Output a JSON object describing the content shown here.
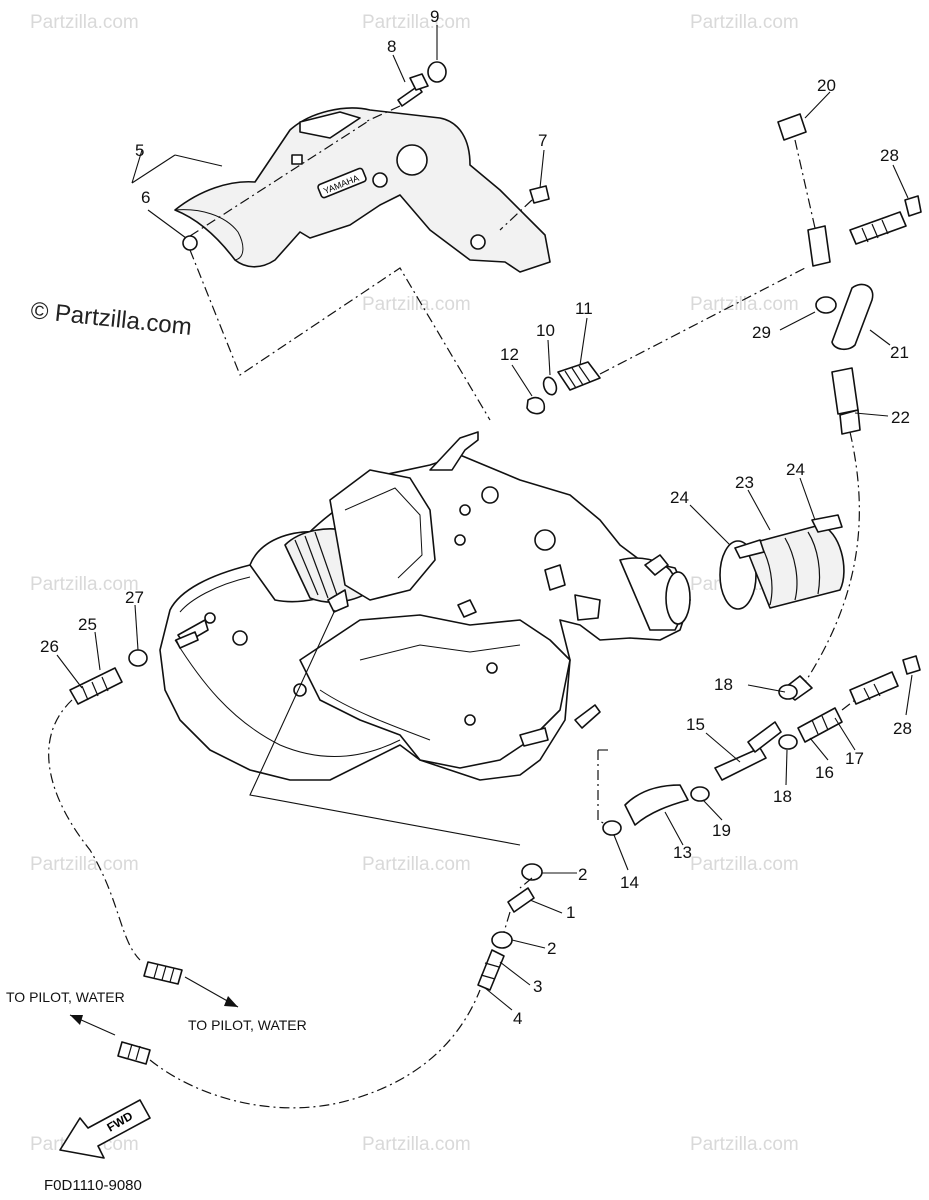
{
  "watermark": "© Partzilla.com",
  "watermark_small": "Partzilla.com",
  "brand_label": "YAMAHA",
  "direction_label": "FWD",
  "figure_code": "F0D1110-9080",
  "notes": {
    "to_pilot_water_left": "TO PILOT, WATER",
    "to_pilot_water_right": "TO PILOT, WATER"
  },
  "callouts": [
    "1",
    "2",
    "2",
    "3",
    "4",
    "5",
    "6",
    "7",
    "8",
    "9",
    "10",
    "11",
    "12",
    "13",
    "14",
    "15",
    "16",
    "17",
    "18",
    "18",
    "19",
    "20",
    "21",
    "22",
    "23",
    "24",
    "24",
    "25",
    "26",
    "27",
    "28",
    "28",
    "29"
  ]
}
